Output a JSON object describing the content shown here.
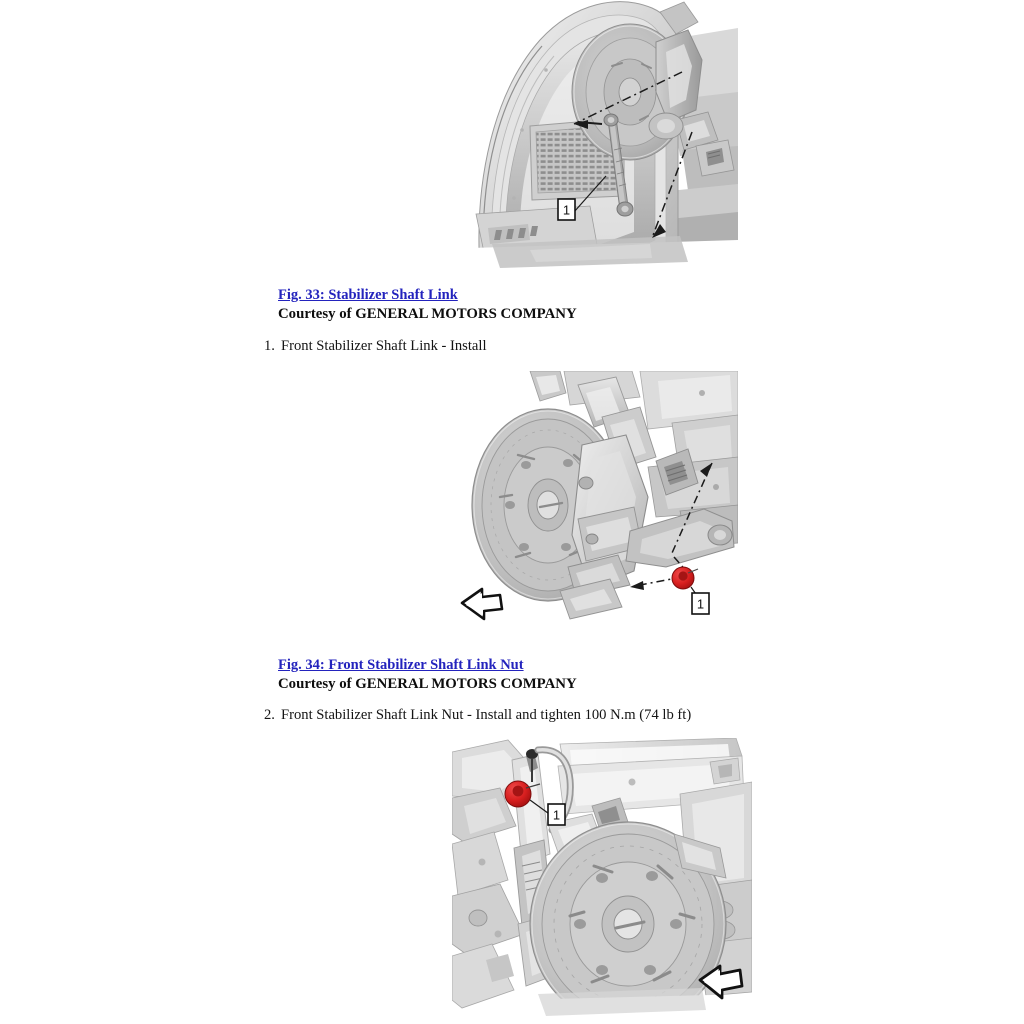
{
  "document": {
    "type": "service-manual-page",
    "background_color": "#ffffff",
    "link_color": "#2323bd",
    "text_color": "#111111",
    "callout_red": "#d81f1f"
  },
  "figures": [
    {
      "id": "fig-33",
      "caption_link": "Fig. 33: Stabilizer Shaft Link",
      "courtesy": "Courtesy of GENERAL MOTORS COMPANY",
      "callouts": [
        {
          "label": "1"
        }
      ],
      "alt": "Front wheel well with stabilizer shaft link, grayscale technical illustration"
    },
    {
      "id": "fig-34",
      "caption_link": "Fig. 34: Front Stabilizer Shaft Link Nut",
      "courtesy": "Courtesy of GENERAL MOTORS COMPANY",
      "callouts": [
        {
          "label": "1"
        }
      ],
      "alt": "Brake rotor and suspension knuckle with red highlighted stabilizer shaft link nut"
    },
    {
      "id": "fig-35",
      "callouts": [
        {
          "label": "1"
        }
      ],
      "alt": "Brake rotor assembly with red highlighted fastener at upper left"
    }
  ],
  "steps": [
    {
      "number": "1.",
      "text": "Front Stabilizer Shaft Link - Install"
    },
    {
      "number": "2.",
      "text": "Front Stabilizer Shaft Link Nut - Install and tighten 100 N.m (74 lb ft)"
    }
  ]
}
